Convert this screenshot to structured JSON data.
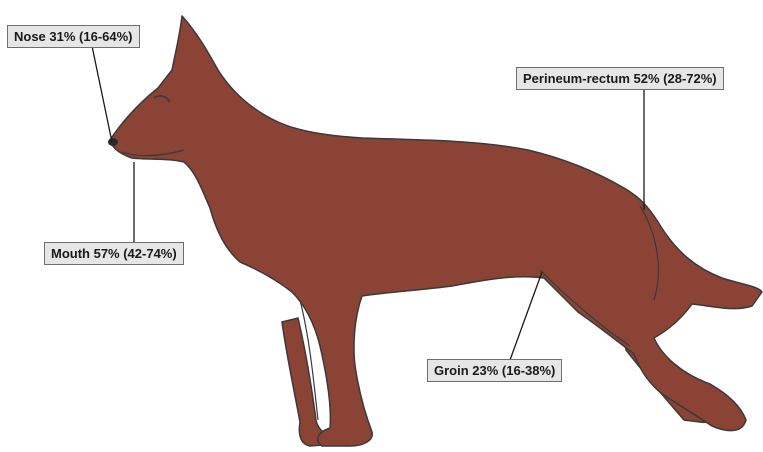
{
  "figure": {
    "subject": "dog",
    "colors": {
      "body_fill": "#8b4336",
      "outline": "#3a3a3a",
      "leader_line": "#1a1a1a",
      "label_bg": "#e6e6e6",
      "label_border": "#6e6e6e"
    },
    "labels": {
      "nose": "Nose 31% (16-64%)",
      "mouth": "Mouth 57% (42-74%)",
      "perineum_rectum": "Perineum-rectum 52% (28-72%)",
      "groin": "Groin 23% (16-38%)"
    },
    "sites": [
      {
        "site": "Nose",
        "percent": 31,
        "range": [
          16,
          64
        ]
      },
      {
        "site": "Mouth",
        "percent": 57,
        "range": [
          42,
          74
        ]
      },
      {
        "site": "Perineum-rectum",
        "percent": 52,
        "range": [
          28,
          72
        ]
      },
      {
        "site": "Groin",
        "percent": 23,
        "range": [
          16,
          38
        ]
      }
    ]
  }
}
